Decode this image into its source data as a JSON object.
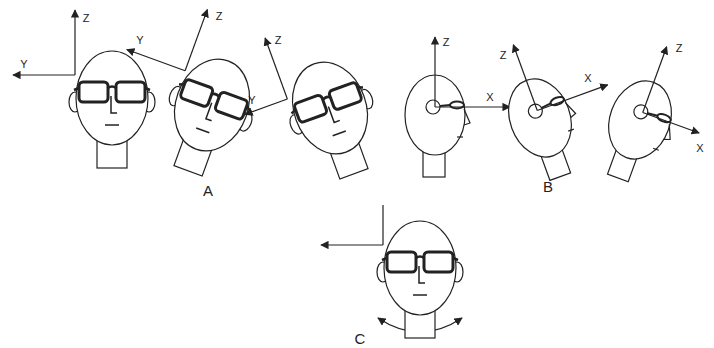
{
  "diagram": {
    "labels": [
      "Z",
      "Y",
      "Z",
      "Y",
      "Z",
      "Y",
      "Z",
      "X",
      "Z",
      "X",
      "Z",
      "X",
      "A",
      "B",
      "C"
    ]
  }
}
